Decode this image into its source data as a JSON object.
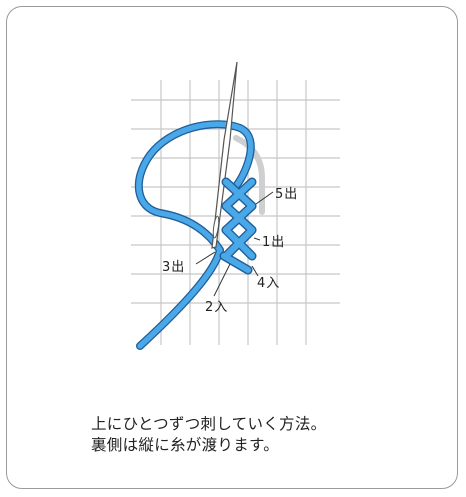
{
  "diagram": {
    "labels": {
      "out5": "5出",
      "out1": "1出",
      "in4": "4入",
      "out3": "3出",
      "in2": "2入"
    }
  },
  "caption": {
    "line1": "上にひとつずつ刺していく方法。",
    "line2": "裏側は縦に糸が渡ります。"
  },
  "colors": {
    "border": "#9a9a9a",
    "grid": "#c8c8c8",
    "thread": "#4aa8e8",
    "thread_outline": "#1f5f99",
    "back_thread": "#cfcfcf",
    "text": "#222222"
  }
}
